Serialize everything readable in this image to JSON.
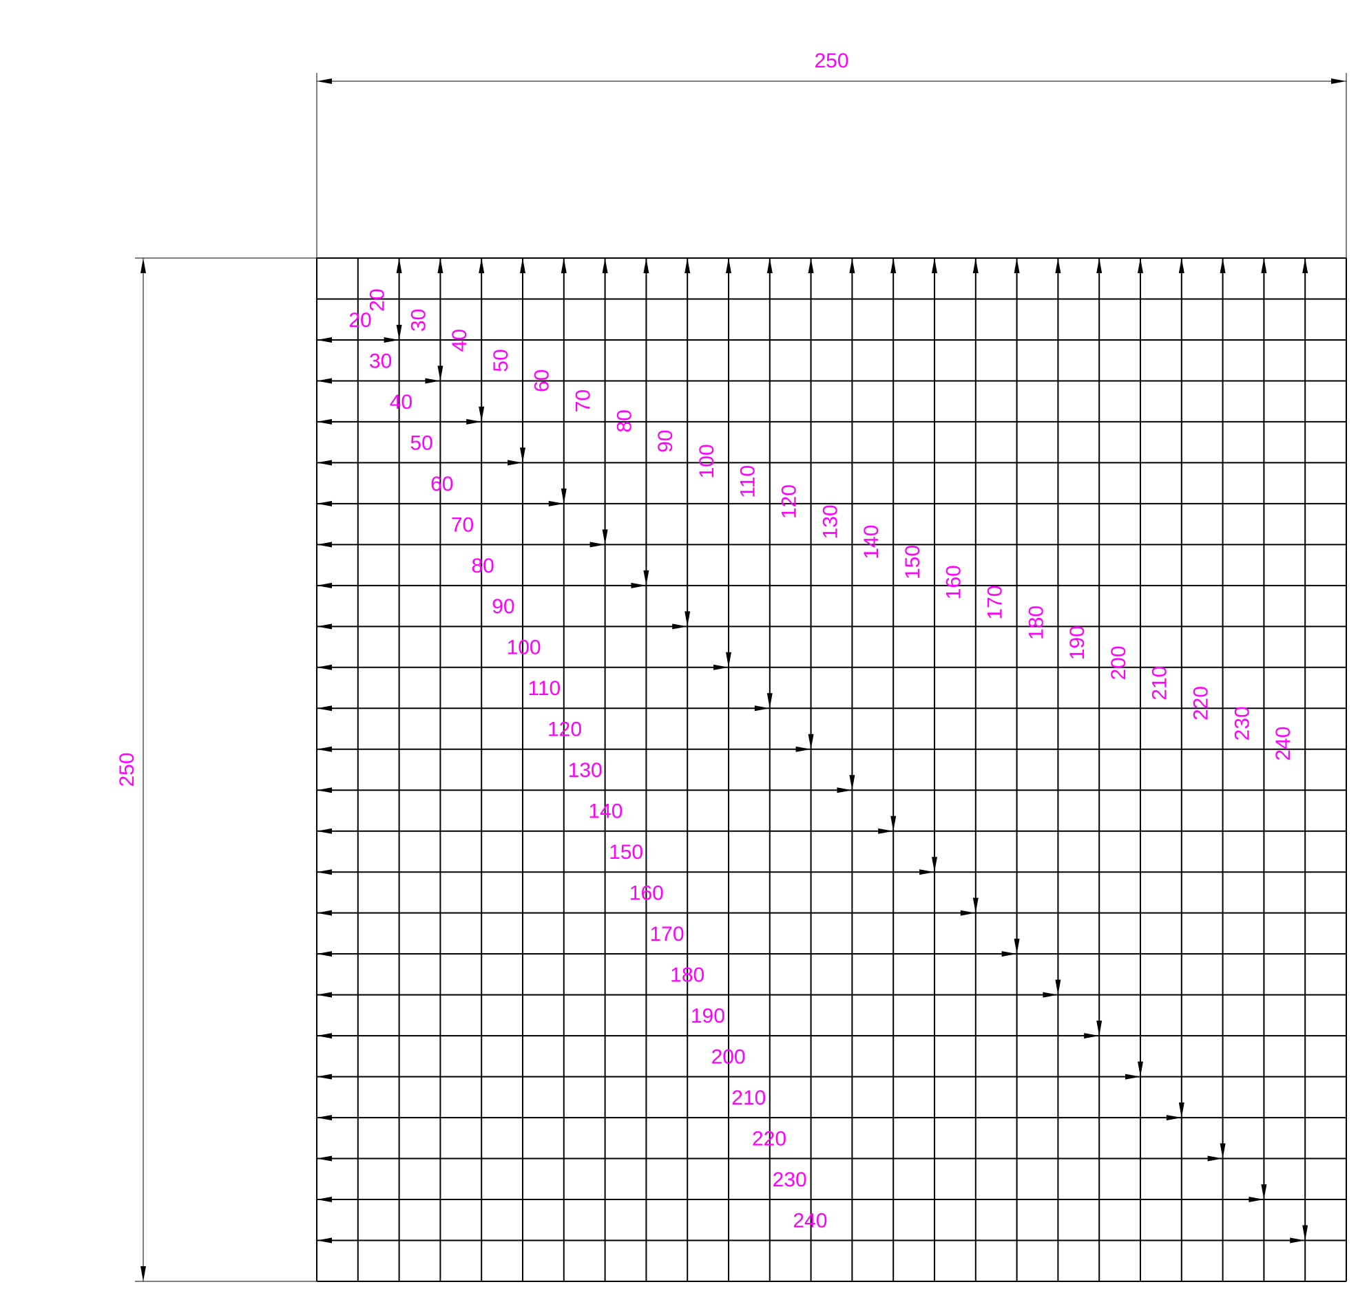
{
  "drawing": {
    "grid": {
      "total_width": 250,
      "total_height": 250,
      "cell_size": 10
    },
    "overall_dimensions": {
      "width_label": "250",
      "height_label": "250"
    },
    "horizontal_dimensions": [
      {
        "value": 20,
        "label": "20"
      },
      {
        "value": 30,
        "label": "30"
      },
      {
        "value": 40,
        "label": "40"
      },
      {
        "value": 50,
        "label": "50"
      },
      {
        "value": 60,
        "label": "60"
      },
      {
        "value": 70,
        "label": "70"
      },
      {
        "value": 80,
        "label": "80"
      },
      {
        "value": 90,
        "label": "90"
      },
      {
        "value": 100,
        "label": "100"
      },
      {
        "value": 110,
        "label": "110"
      },
      {
        "value": 120,
        "label": "120"
      },
      {
        "value": 130,
        "label": "130"
      },
      {
        "value": 140,
        "label": "140"
      },
      {
        "value": 150,
        "label": "150"
      },
      {
        "value": 160,
        "label": "160"
      },
      {
        "value": 170,
        "label": "170"
      },
      {
        "value": 180,
        "label": "180"
      },
      {
        "value": 190,
        "label": "190"
      },
      {
        "value": 200,
        "label": "200"
      },
      {
        "value": 210,
        "label": "210"
      },
      {
        "value": 220,
        "label": "220"
      },
      {
        "value": 230,
        "label": "230"
      },
      {
        "value": 240,
        "label": "240"
      }
    ],
    "vertical_dimensions": [
      {
        "value": 20,
        "label": "20"
      },
      {
        "value": 30,
        "label": "30"
      },
      {
        "value": 40,
        "label": "40"
      },
      {
        "value": 50,
        "label": "50"
      },
      {
        "value": 60,
        "label": "60"
      },
      {
        "value": 70,
        "label": "70"
      },
      {
        "value": 80,
        "label": "80"
      },
      {
        "value": 90,
        "label": "90"
      },
      {
        "value": 100,
        "label": "100"
      },
      {
        "value": 110,
        "label": "110"
      },
      {
        "value": 120,
        "label": "120"
      },
      {
        "value": 130,
        "label": "130"
      },
      {
        "value": 140,
        "label": "140"
      },
      {
        "value": 150,
        "label": "150"
      },
      {
        "value": 160,
        "label": "160"
      },
      {
        "value": 170,
        "label": "170"
      },
      {
        "value": 180,
        "label": "180"
      },
      {
        "value": 190,
        "label": "190"
      },
      {
        "value": 200,
        "label": "200"
      },
      {
        "value": 210,
        "label": "210"
      },
      {
        "value": 220,
        "label": "220"
      },
      {
        "value": 230,
        "label": "230"
      },
      {
        "value": 240,
        "label": "240"
      }
    ],
    "colors": {
      "line": "#000000",
      "dimension_text": "#ff00ff",
      "background": "#ffffff"
    }
  }
}
